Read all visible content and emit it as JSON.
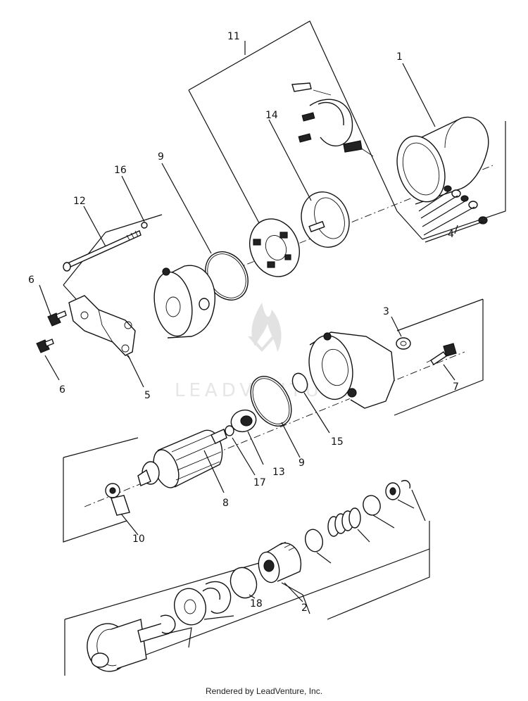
{
  "labels": {
    "p1": "1",
    "p2": "2",
    "p3": "3",
    "p4": "4",
    "p5": "5",
    "p6a": "6",
    "p6b": "6",
    "p7": "7",
    "p8": "8",
    "p9a": "9",
    "p9b": "9",
    "p10": "10",
    "p11": "11",
    "p12": "12",
    "p13": "13",
    "p14": "14",
    "p15": "15",
    "p16": "16",
    "p17": "17",
    "p18": "18"
  },
  "watermark": {
    "text": "LEADVENTURE"
  },
  "footer": {
    "credit": "Rendered by LeadVenture, Inc."
  }
}
